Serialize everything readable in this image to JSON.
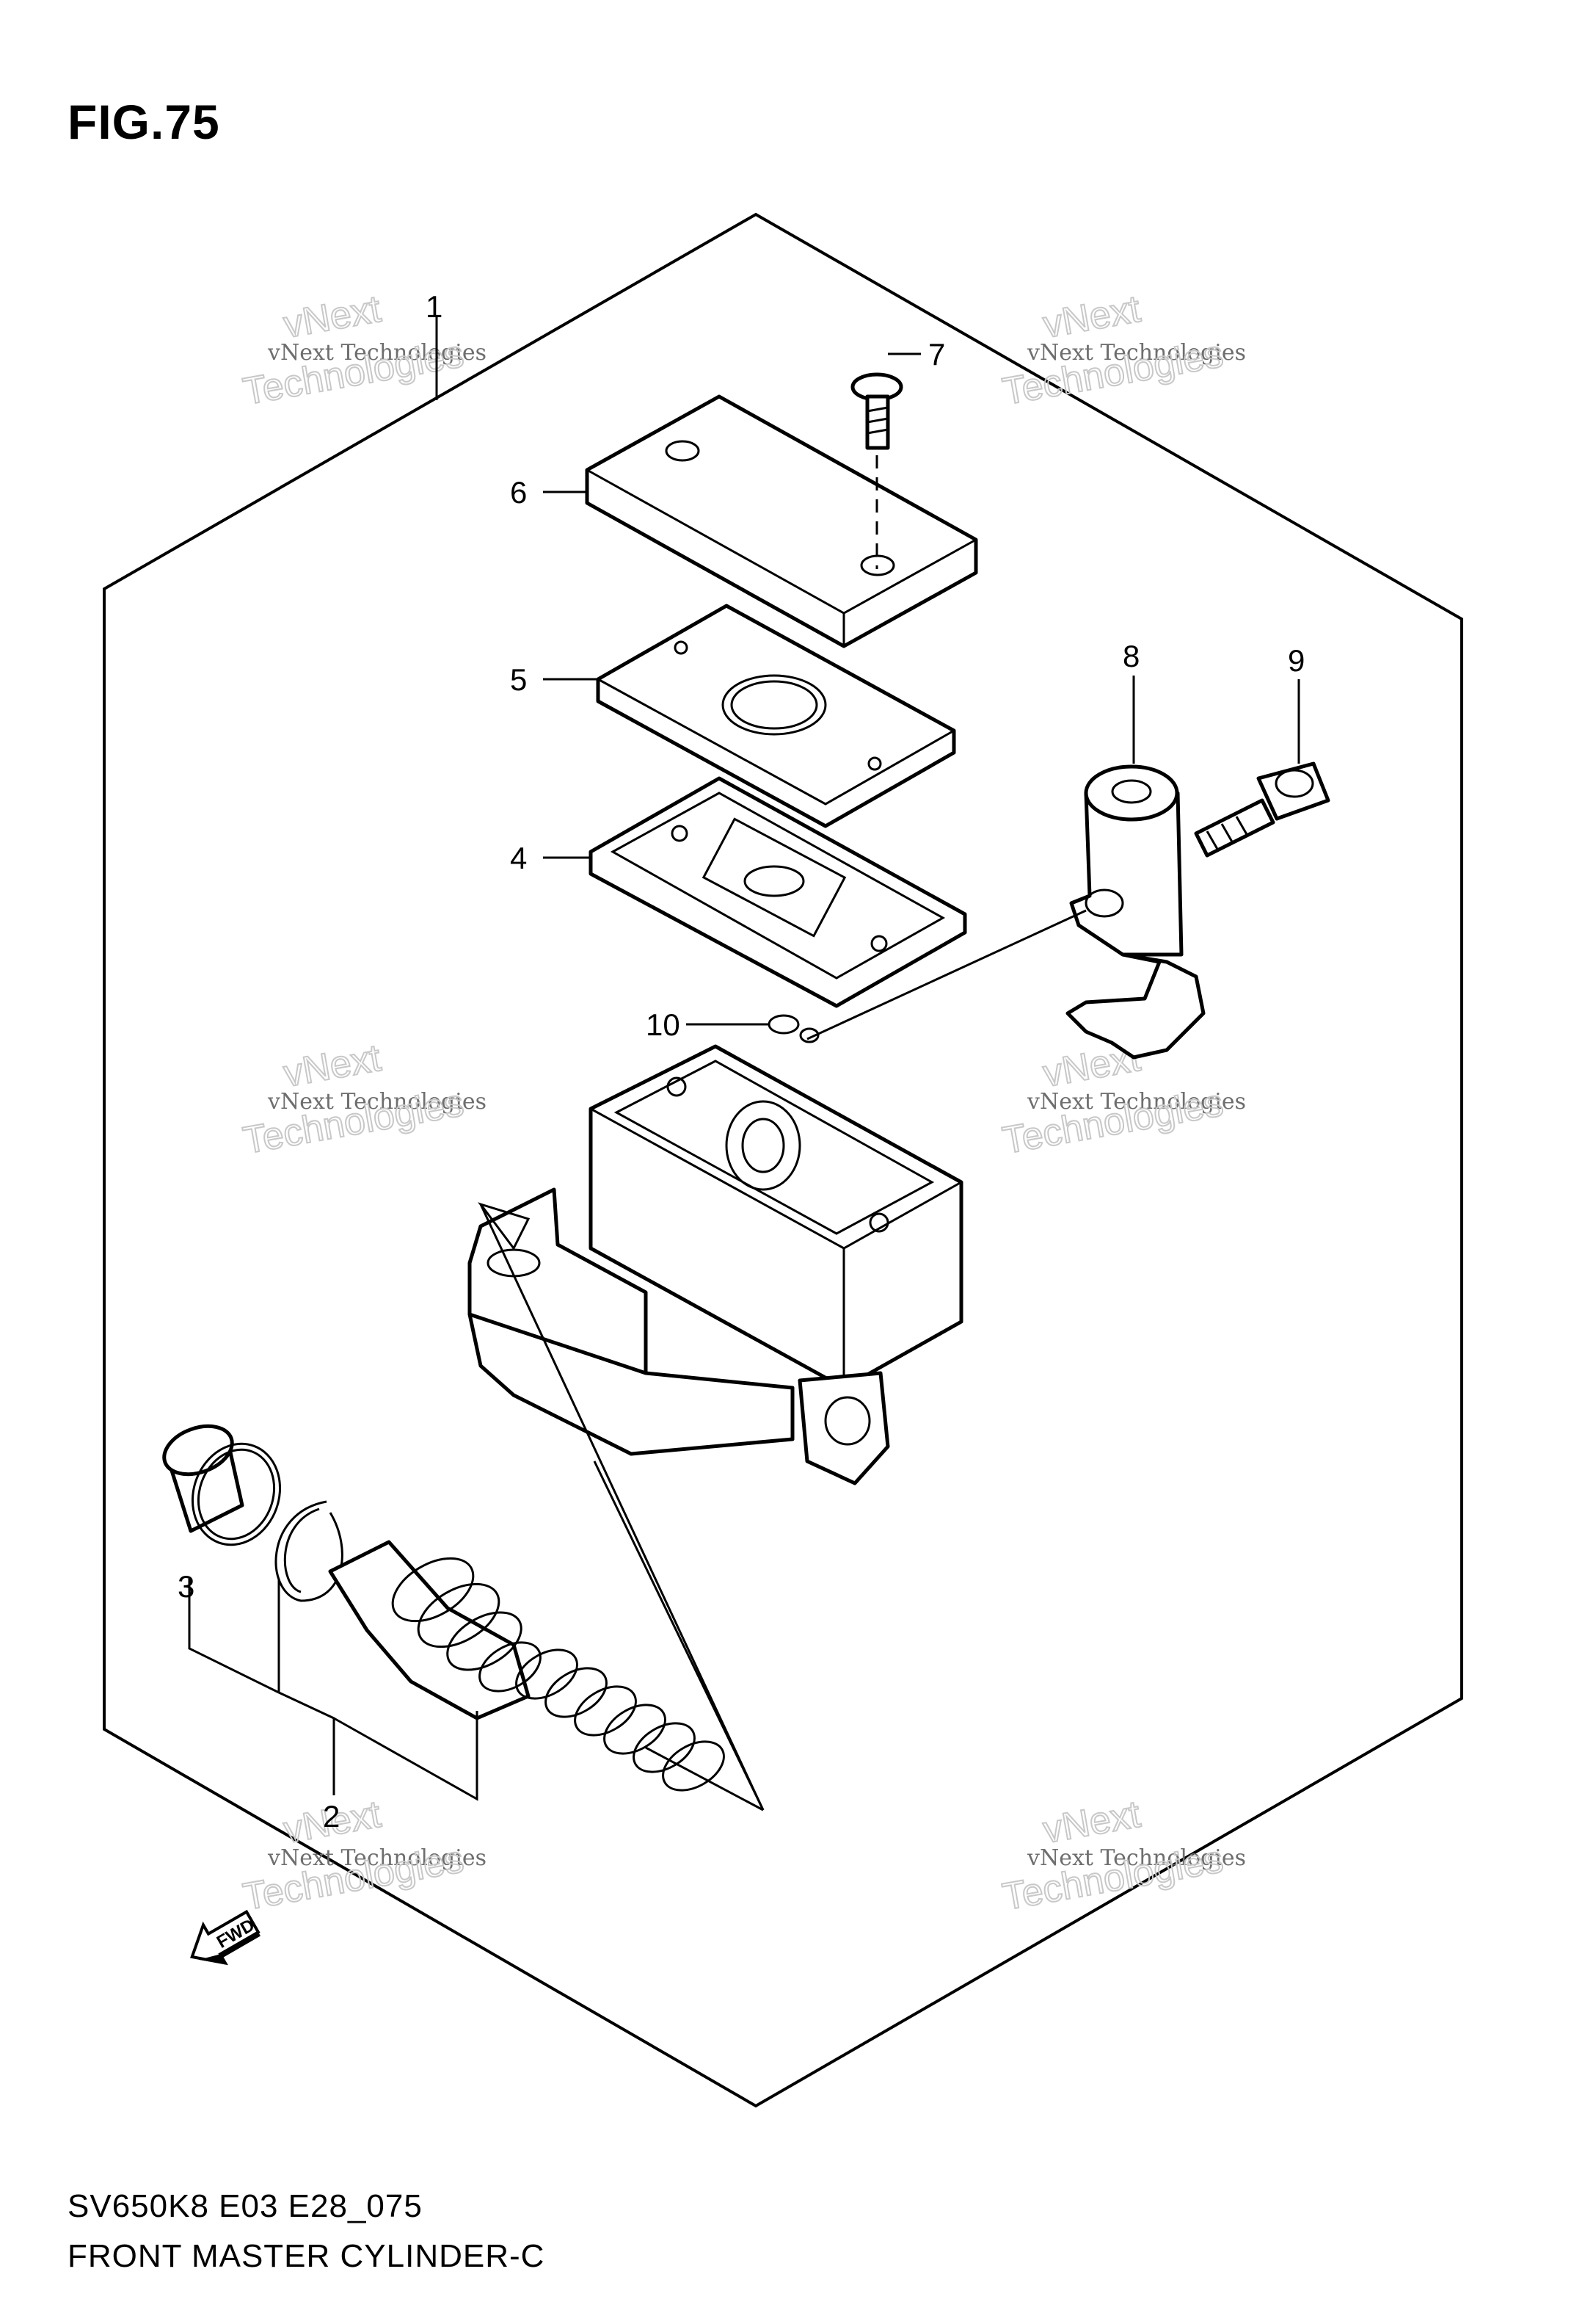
{
  "figure": {
    "title": "FIG.75"
  },
  "footer": {
    "model_code": "SV650K8 E03 E28_075",
    "description": "FRONT MASTER CYLINDER-C"
  },
  "callouts": {
    "c1": "1",
    "c2": "2",
    "c3": "3",
    "c4": "4",
    "c5": "5",
    "c6": "6",
    "c7": "7",
    "c8": "8",
    "c9": "9",
    "c10": "10"
  },
  "watermark": {
    "line_small": "vNext Technologies",
    "line_big_1": "vNext",
    "line_big_2": "Technologies"
  },
  "arrow": {
    "label": "FWD"
  }
}
